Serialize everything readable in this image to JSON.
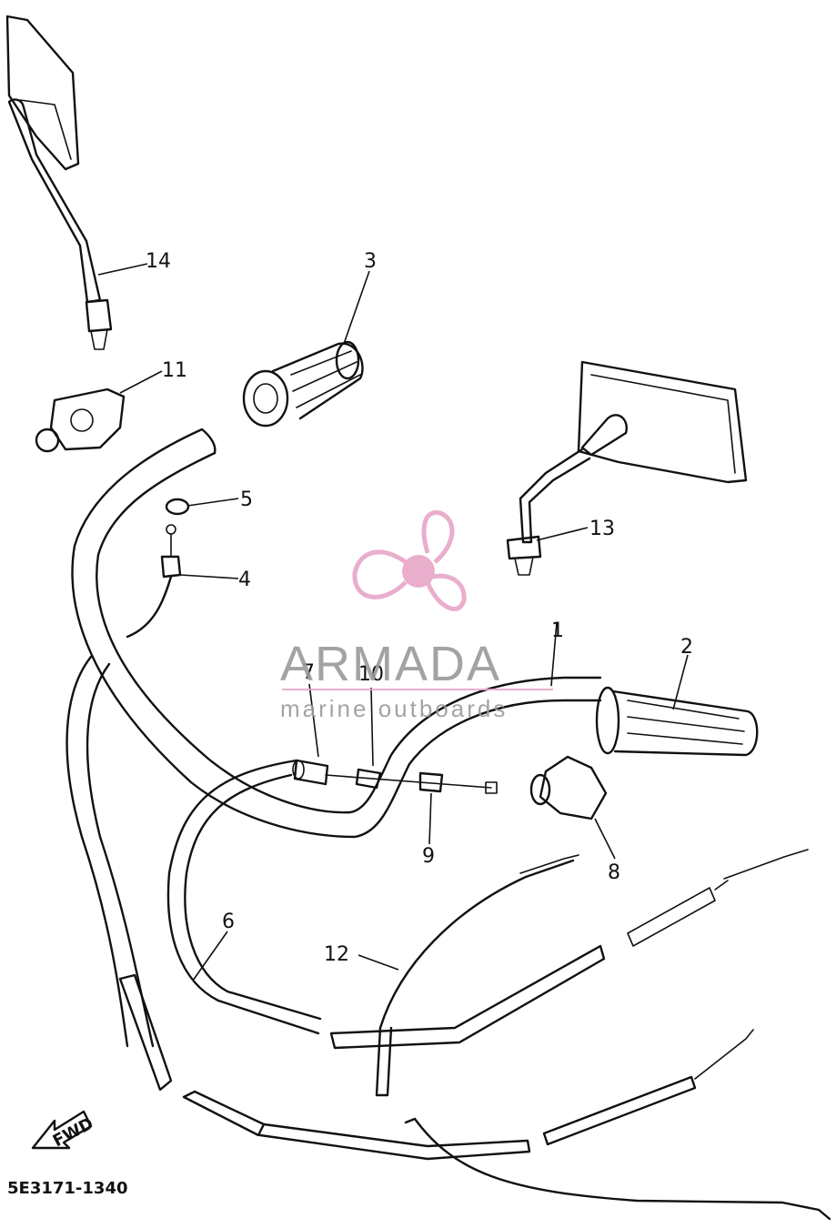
{
  "diagram": {
    "part_code": "5E3171-1340",
    "callouts": [
      {
        "id": "c1",
        "label": "1"
      },
      {
        "id": "c2",
        "label": "2"
      },
      {
        "id": "c3",
        "label": "3"
      },
      {
        "id": "c4",
        "label": "4"
      },
      {
        "id": "c5",
        "label": "5"
      },
      {
        "id": "c6",
        "label": "6"
      },
      {
        "id": "c7",
        "label": "7"
      },
      {
        "id": "c8",
        "label": "8"
      },
      {
        "id": "c9",
        "label": "9"
      },
      {
        "id": "c10",
        "label": "10"
      },
      {
        "id": "c11",
        "label": "11"
      },
      {
        "id": "c12",
        "label": "12"
      },
      {
        "id": "c13",
        "label": "13"
      },
      {
        "id": "c14",
        "label": "14"
      }
    ],
    "direction_arrow": {
      "label": "FWD"
    }
  },
  "watermark": {
    "brand": "ARMADA",
    "tagline": "marine outboards",
    "logo": "propeller-icon",
    "color_primary": "#e8a6c8",
    "color_text": "#9a9a9a"
  }
}
